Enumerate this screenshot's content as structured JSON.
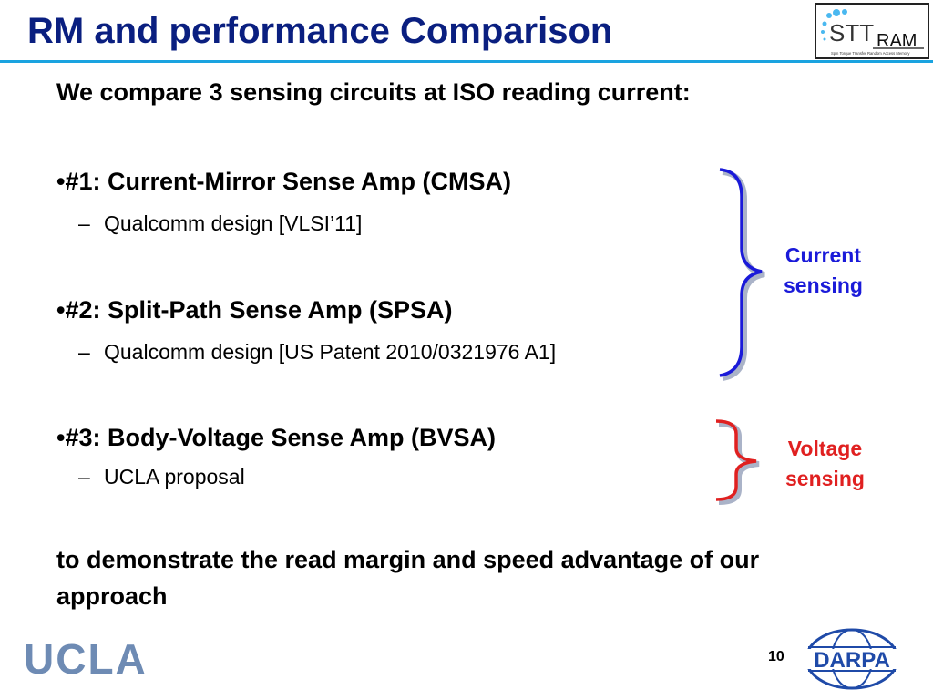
{
  "slide": {
    "title": "RM and performance Comparison",
    "intro": "We compare 3 sensing circuits at ISO reading current:",
    "items": [
      {
        "label": "•#1: Current-Mirror Sense Amp (CMSA)",
        "sub": "Qualcomm design [VLSI’11]"
      },
      {
        "label": "•#2: Split-Path Sense Amp (SPSA)",
        "sub": "Qualcomm design [US Patent 2010/0321976 A1]"
      },
      {
        "label": "•#3: Body-Voltage Sense Amp (BVSA)",
        "sub": "UCLA proposal"
      }
    ],
    "sub_dash": "–",
    "outro": "to demonstrate the read margin and speed advantage of our approach",
    "brace_current": {
      "line1": "Current",
      "line2": "sensing",
      "color": "#1a1ad9"
    },
    "brace_voltage": {
      "line1": "Voltage",
      "line2": "sensing",
      "color": "#e02020"
    },
    "page_number": "10"
  },
  "logos": {
    "sttram": {
      "text_stt": "STT",
      "text_ram": "RAM",
      "tagline": "Spin Torque Transfer Random Access Memory"
    },
    "ucla": "UCLA",
    "darpa": "DARPA"
  },
  "colors": {
    "title": "#0a1f80",
    "rule": "#1aa3e0",
    "ucla": "#6e8bb4",
    "darpa": "#1f4aa8"
  }
}
